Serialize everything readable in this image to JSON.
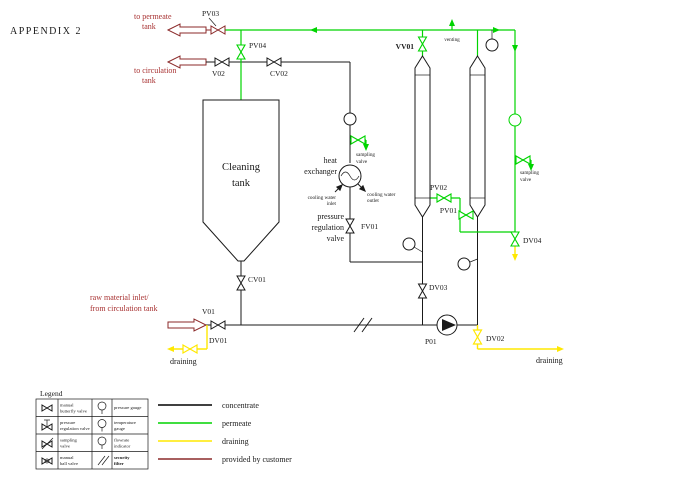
{
  "title": "APPENDIX 2",
  "colors": {
    "concentrate": "#000000",
    "permeate": "#00d400",
    "draining": "#ffe800",
    "provided_by_customer": "#8b2a2a",
    "annotation_red": "#a83232"
  },
  "labels": {
    "to_permeate_tank_1": "to permeate",
    "to_permeate_tank_2": "tank",
    "to_circulation_tank_1": "to circulation",
    "to_circulation_tank_2": "tank",
    "raw_material_1": "raw material inlet/",
    "raw_material_2": "from circulation tank",
    "cleaning_tank_1": "Cleaning",
    "cleaning_tank_2": "tank",
    "heat_exchanger_1": "heat",
    "heat_exchanger_2": "exchanger",
    "cooling_inlet_1": "cooling water",
    "cooling_inlet_2": "inlet",
    "cooling_outlet_1": "cooling water",
    "cooling_outlet_2": "outlet",
    "pressure_reg_1": "pressure",
    "pressure_reg_2": "regulation",
    "pressure_reg_3": "valve",
    "sampling_1": "sampling",
    "sampling_2": "valve",
    "venting": "venting",
    "draining": "draining"
  },
  "valves": {
    "pv03": "PV03",
    "pv04": "PV04",
    "v02": "V02",
    "cv02": "CV02",
    "vv01": "VV01",
    "pv02": "PV02",
    "pv01": "PV01",
    "fv01": "FV01",
    "cv01": "CV01",
    "v01": "V01",
    "dv01": "DV01",
    "dv02": "DV02",
    "dv03": "DV03",
    "dv04": "DV04",
    "p01": "P01"
  },
  "legend": {
    "title": "Legend",
    "items": [
      {
        "line1": "manual",
        "line2": "butterfly valve"
      },
      {
        "line1": "pressure gauge",
        "line2": ""
      },
      {
        "line1": "pressure",
        "line2": "regulation valve"
      },
      {
        "line1": "temperature",
        "line2": "gauge"
      },
      {
        "line1": "sampling",
        "line2": "valve"
      },
      {
        "line1": "flowrate",
        "line2": "indicator"
      },
      {
        "line1": "manual",
        "line2": "ball valve"
      },
      {
        "line1": "security",
        "line2": "filter"
      }
    ],
    "flow_lines": [
      {
        "label": "concentrate",
        "color": "#000000"
      },
      {
        "label": "permeate",
        "color": "#00d400"
      },
      {
        "label": "draining",
        "color": "#ffe800"
      },
      {
        "label": "provided by customer",
        "color": "#8b2a2a"
      }
    ]
  }
}
